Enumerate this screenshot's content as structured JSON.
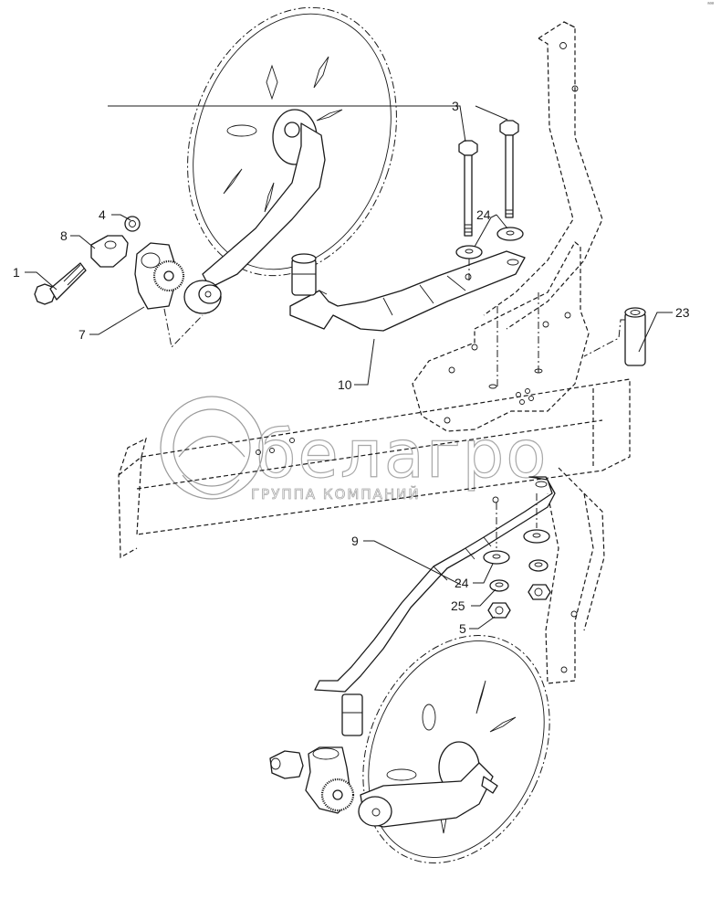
{
  "diagram": {
    "title": "Exploded view: disc wheel arm assembly",
    "watermark": {
      "brand": "белагро",
      "subtitle": "ГРУППА КОМПАНИЙ"
    },
    "corner_mark": "ᵃᵃᵃ",
    "callouts": [
      {
        "id": "c1",
        "label": "1",
        "part": "bolt"
      },
      {
        "id": "c3",
        "label": "3",
        "part": "long bolts (pair)"
      },
      {
        "id": "c4",
        "label": "4",
        "part": "nut"
      },
      {
        "id": "c5",
        "label": "5",
        "part": "nut"
      },
      {
        "id": "c7",
        "label": "7",
        "part": "hub bracket with ratchet"
      },
      {
        "id": "c8",
        "label": "8",
        "part": "clamp"
      },
      {
        "id": "c9",
        "label": "9",
        "part": "lower arm"
      },
      {
        "id": "c10",
        "label": "10",
        "part": "upper arm"
      },
      {
        "id": "c23",
        "label": "23",
        "part": "bushing"
      },
      {
        "id": "c24a",
        "label": "24",
        "part": "washers (upper)"
      },
      {
        "id": "c24b",
        "label": "24",
        "part": "washer (lower)"
      },
      {
        "id": "c25",
        "label": "25",
        "part": "spring washer"
      }
    ]
  }
}
